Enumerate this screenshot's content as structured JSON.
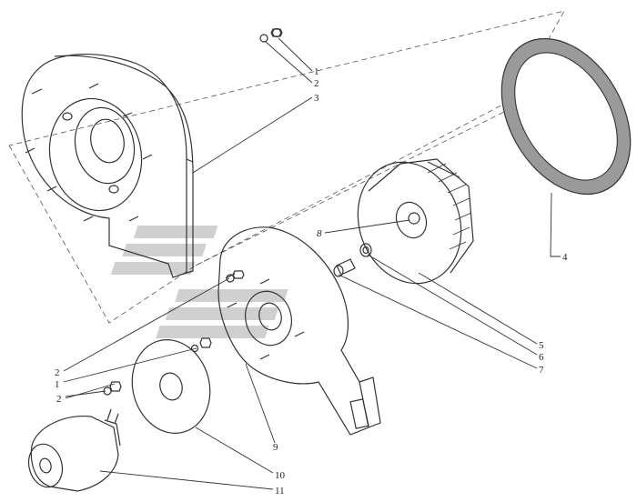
{
  "diagram": {
    "type": "exploded-assembly",
    "colors": {
      "ink": "#333333",
      "watermark": "#c8c8c8",
      "gasket_fill": "#9a9a9a",
      "background": "#ffffff"
    },
    "callouts": [
      {
        "id": "c1a",
        "label": "1"
      },
      {
        "id": "c2a",
        "label": "2"
      },
      {
        "id": "c3",
        "label": "3"
      },
      {
        "id": "c4",
        "label": "4"
      },
      {
        "id": "c5",
        "label": "5"
      },
      {
        "id": "c6",
        "label": "6"
      },
      {
        "id": "c7",
        "label": "7"
      },
      {
        "id": "c8",
        "label": "8"
      },
      {
        "id": "c2b",
        "label": "2"
      },
      {
        "id": "c1b",
        "label": "1"
      },
      {
        "id": "c2c",
        "label": "2"
      },
      {
        "id": "c9",
        "label": "9"
      },
      {
        "id": "c10",
        "label": "10"
      },
      {
        "id": "c11",
        "label": "11"
      }
    ]
  }
}
